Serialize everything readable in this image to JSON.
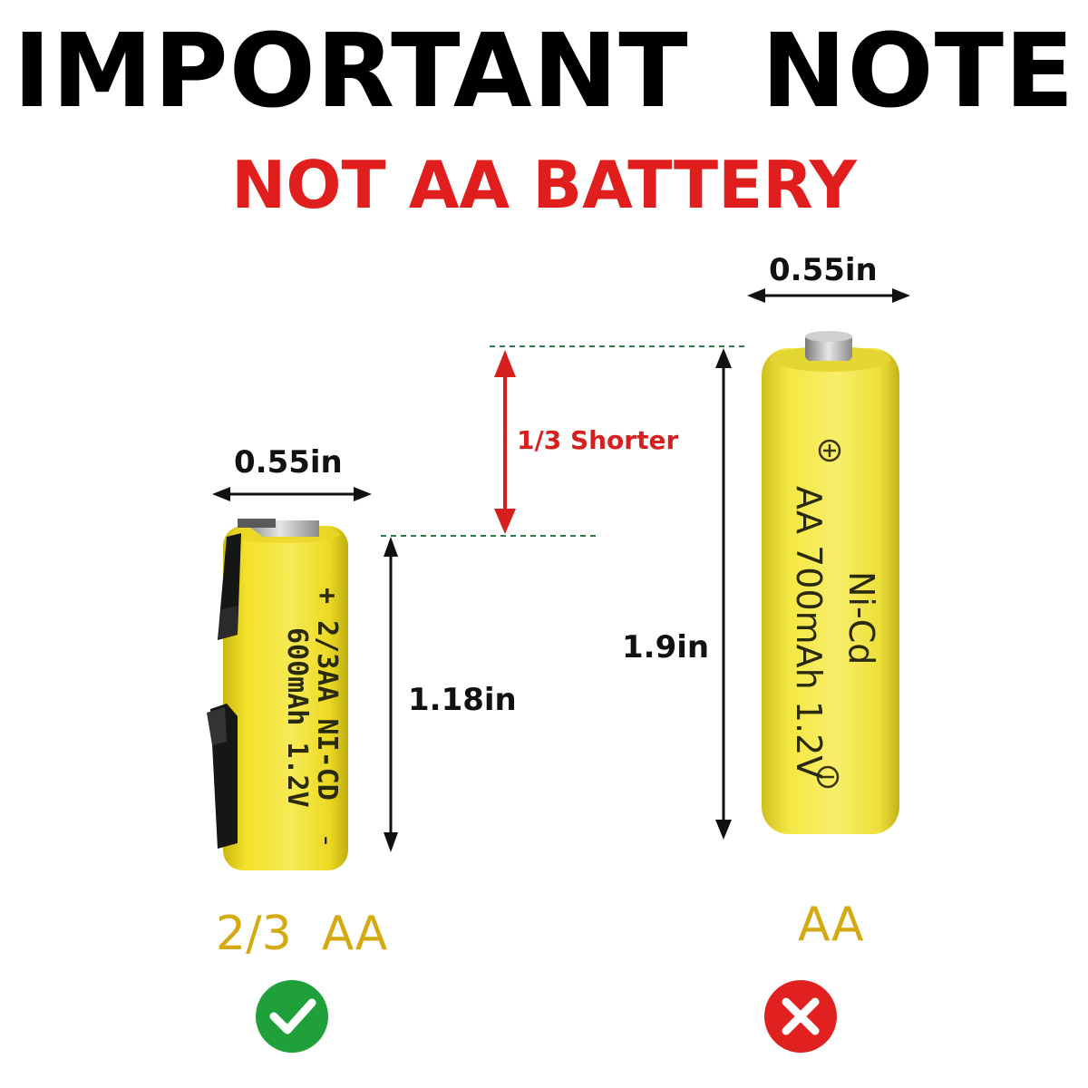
{
  "header": {
    "title": "IMPORTANT  NOTE",
    "subtitle": "NOT AA BATTERY"
  },
  "small_battery": {
    "type_label": "2/3  AA",
    "width_label": "0.55in",
    "height_label": "1.18in",
    "print_line1": "+   2/3AA NI-CD",
    "print_line2": "600mAh 1.2V",
    "minus_sign": "-",
    "status": "correct",
    "body_color": "#f2e12c"
  },
  "large_battery": {
    "type_label": "AA",
    "width_label": "0.55in",
    "height_label": "1.9in",
    "print_line1": "Ni-Cd",
    "print_line2": "AA 700mAh 1.2V",
    "status": "wrong",
    "body_color": "#f4e640"
  },
  "comparison": {
    "difference_label": "1/3 Shorter"
  },
  "colors": {
    "title": "#000000",
    "subtitle": "#e01e1e",
    "type_label": "#d4aa12",
    "check_green": "#1fa03a",
    "cross_red": "#e0211f",
    "guide_dash": "#2e7a4e",
    "arrow_red": "#d6201f"
  }
}
